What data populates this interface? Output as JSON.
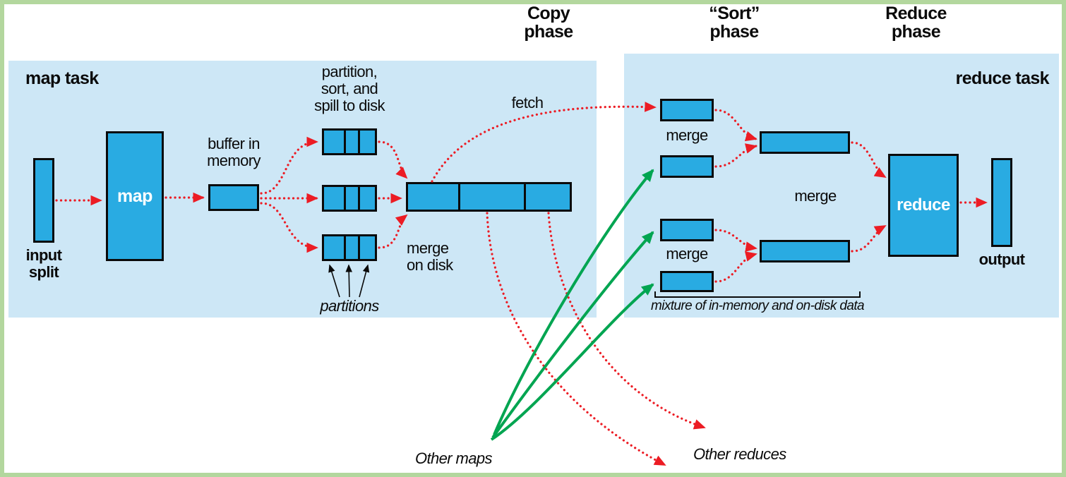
{
  "phases": {
    "copy": "Copy\nphase",
    "sort": "“Sort”\nphase",
    "reduce": "Reduce\nphase"
  },
  "map_task": {
    "title": "map task",
    "input_split": "input\nsplit",
    "map_label": "map",
    "buffer_label": "buffer in\nmemory",
    "spill_note": "partition,\nsort, and\nspill to disk",
    "partitions_label": "partitions",
    "merge_on_disk": "merge\non disk",
    "fetch_label": "fetch"
  },
  "reduce_task": {
    "title": "reduce task",
    "merge_top": "merge",
    "merge_middle": "merge",
    "merge_bottom": "merge",
    "reduce_label": "reduce",
    "output_label": "output",
    "mixture_note": "mixture of in-memory and on-disk data"
  },
  "annotations": {
    "other_maps": "Other maps",
    "other_reduces": "Other reduces"
  },
  "colors": {
    "panel_background": "#cde7f6",
    "box_fill": "#29abe2",
    "box_border": "#0a0a0a",
    "arrow_red": "#ec1c24",
    "arrow_green": "#00a551",
    "frame_green": "#b3d79e",
    "text": "#0a0a0a",
    "box_text": "#ffffff"
  }
}
